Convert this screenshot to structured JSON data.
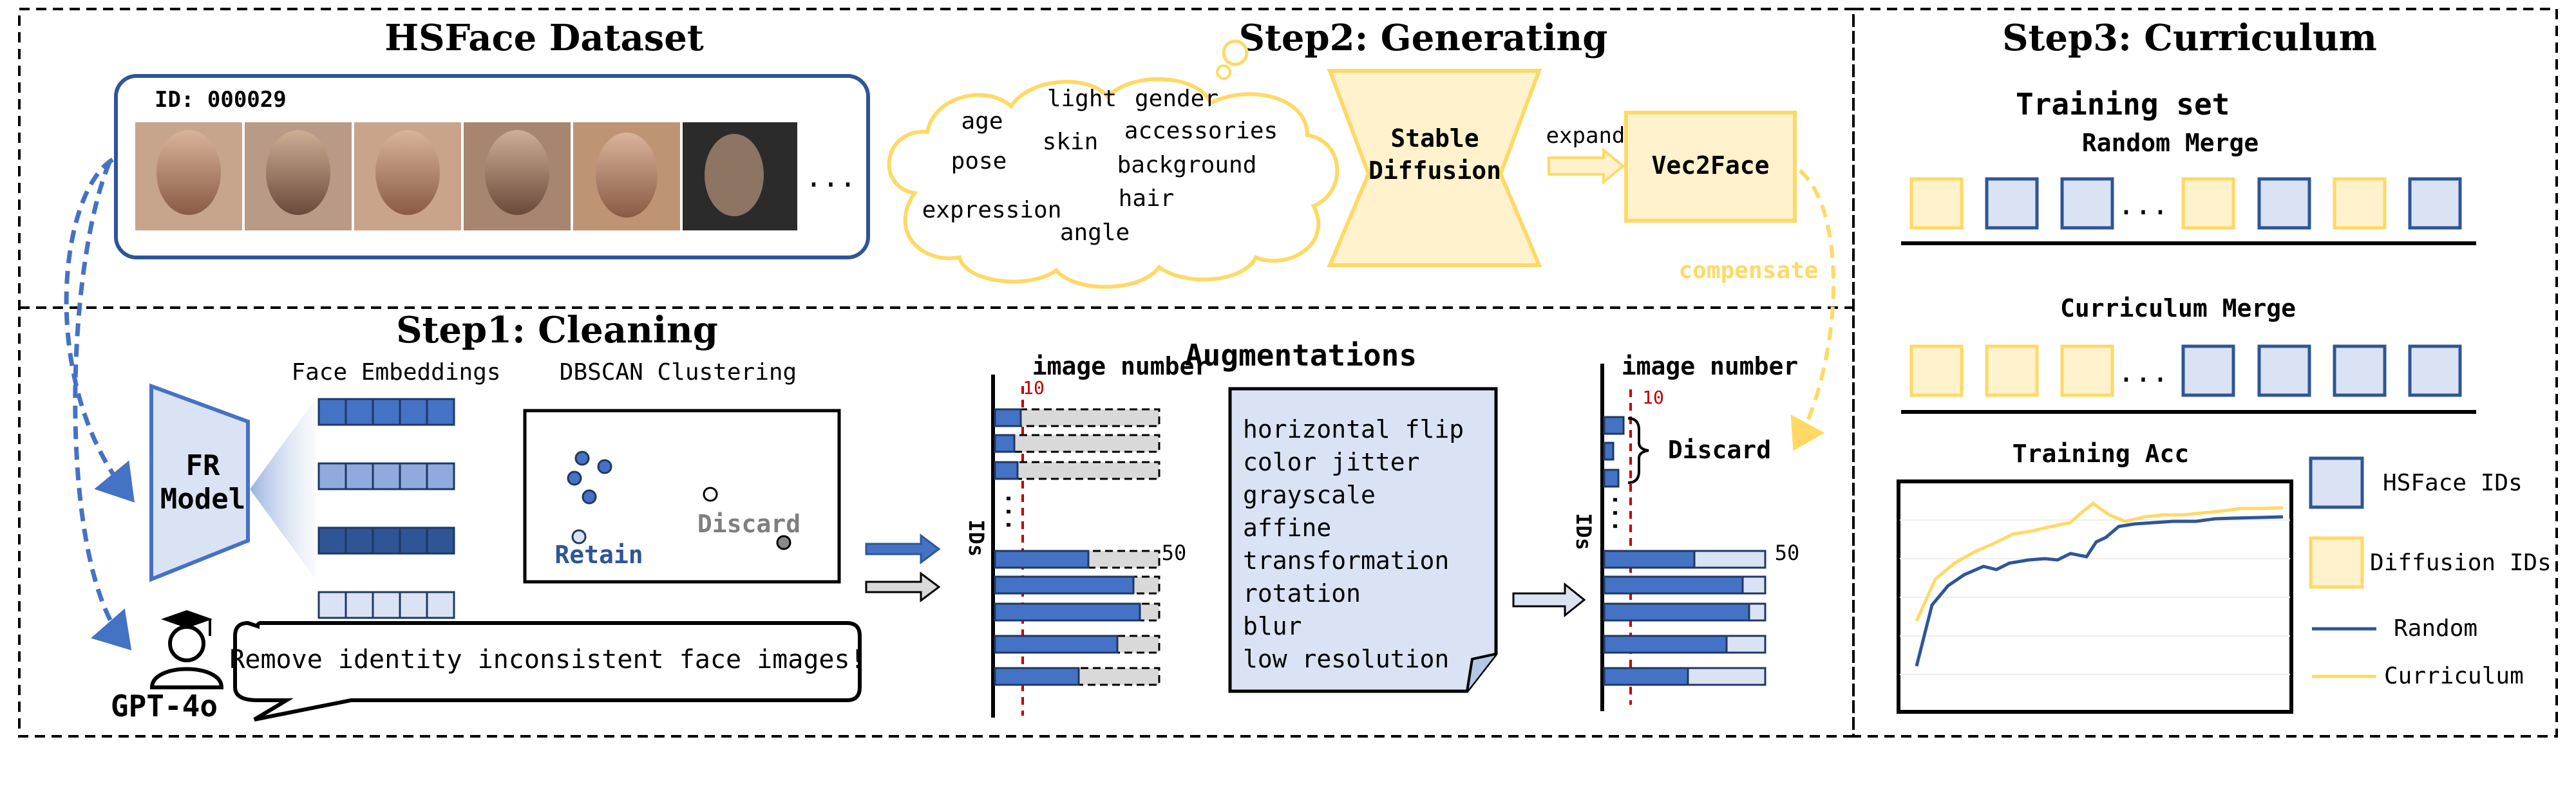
{
  "panels": {
    "dataset_title": "HSFace Dataset",
    "step2_title": "Step2: Generating",
    "step3_title": "Step3: Curriculum",
    "step1_title": "Step1: Cleaning"
  },
  "dataset": {
    "id_label": "ID: 000029",
    "more": "..."
  },
  "cloud_words": [
    "age",
    "light",
    "gender",
    "skin",
    "accessories",
    "pose",
    "background",
    "hair",
    "expression",
    "angle"
  ],
  "generating": {
    "sd_line1": "Stable",
    "sd_line2": "Diffusion",
    "expand": "expand",
    "vec2face": "Vec2Face",
    "compensate": "compensate"
  },
  "cleaning": {
    "fr_line1": "FR",
    "fr_line2": "Model",
    "face_embeddings": "Face Embeddings",
    "dbscan": "DBSCAN Clustering",
    "retain": "Retain",
    "discard": "Discard",
    "gpt": "GPT-4o",
    "prompt": "Remove identity inconsistent face images!"
  },
  "bar_chart_left": {
    "title": "image number",
    "ylabel": "IDs",
    "threshold_label": "10",
    "label_50": "50",
    "dots": "..."
  },
  "augmentations": {
    "title": "Augmentations",
    "items": [
      "horizontal flip",
      "color jitter",
      "grayscale",
      "affine",
      "transformation",
      "rotation",
      "blur",
      "low resolution"
    ]
  },
  "bar_chart_right": {
    "title": "image number",
    "ylabel": "IDs",
    "threshold_label": "10",
    "label_50": "50",
    "discard": "Discard",
    "dots": "..."
  },
  "curriculum": {
    "training_set": "Training set",
    "random_merge": "Random Merge",
    "curriculum_merge": "Curriculum Merge",
    "random_sequence": [
      "diffusion",
      "hsface",
      "hsface",
      "dots",
      "diffusion",
      "hsface",
      "diffusion",
      "hsface"
    ],
    "curriculum_sequence": [
      "diffusion",
      "diffusion",
      "diffusion",
      "dots",
      "hsface",
      "hsface",
      "hsface",
      "hsface"
    ],
    "dots": "...",
    "training_acc": "Training Acc",
    "legend_hsface": "HSFace IDs",
    "legend_diffusion": "Diffusion IDs",
    "legend_random": "Random",
    "legend_curriculum": "Curriculum"
  },
  "colors": {
    "blue": "#4472C4",
    "light_blue": "#DAE3F3",
    "yellow": "#FFD966",
    "light_yellow": "#FFF2CC",
    "gray": "#D9D9D9",
    "red": "#C00000",
    "compensate_yellow": "#FFD966"
  }
}
